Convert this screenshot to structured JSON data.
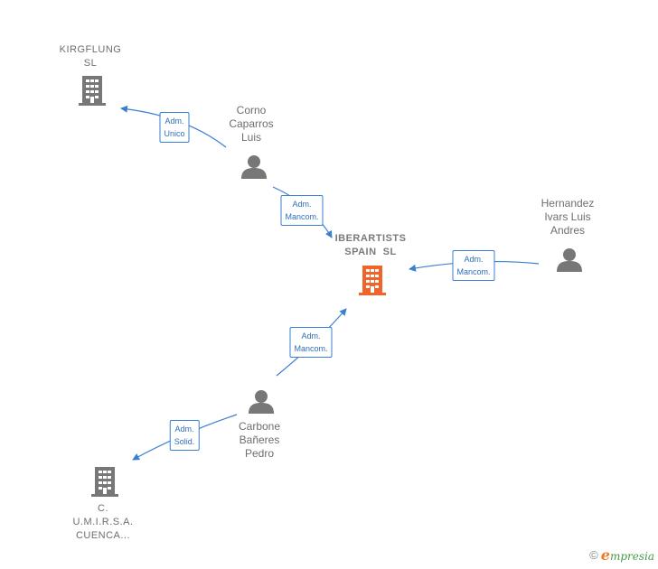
{
  "nodes": {
    "kirgflung": {
      "line1": "KIRGFLUNG",
      "line2": "SL",
      "type": "company"
    },
    "corno": {
      "line1": "Corno",
      "line2": "Caparros",
      "line3": "Luis",
      "type": "person"
    },
    "iberartists": {
      "line1": "IBERARTISTS",
      "line2": "SPAIN  SL",
      "type": "company-main"
    },
    "hernandez": {
      "line1": "Hernandez",
      "line2": "Ivars Luis",
      "line3": "Andres",
      "type": "person"
    },
    "carbone": {
      "line1": "Carbone",
      "line2": "Bañeres",
      "line3": "Pedro",
      "type": "person"
    },
    "cumirsa": {
      "line1": "C.",
      "line2": "U.M.I.R.S.A.",
      "line3": "CUENCA...",
      "type": "company"
    }
  },
  "edges": {
    "corno_kirgflung": {
      "line1": "Adm.",
      "line2": "Unico"
    },
    "corno_iberartists": {
      "line1": "Adm.",
      "line2": "Mancom."
    },
    "hernandez_iberartists": {
      "line1": "Adm.",
      "line2": "Mancom."
    },
    "carbone_iberartists": {
      "line1": "Adm.",
      "line2": "Mancom."
    },
    "carbone_cumirsa": {
      "line1": "Adm.",
      "line2": "Solid."
    }
  },
  "footer": {
    "copyright": "©",
    "brand_first": "e",
    "brand_rest": "mpresia"
  },
  "colors": {
    "edge": "#3a7fd0",
    "node_gray": "#777777",
    "main_company": "#f0642a"
  }
}
